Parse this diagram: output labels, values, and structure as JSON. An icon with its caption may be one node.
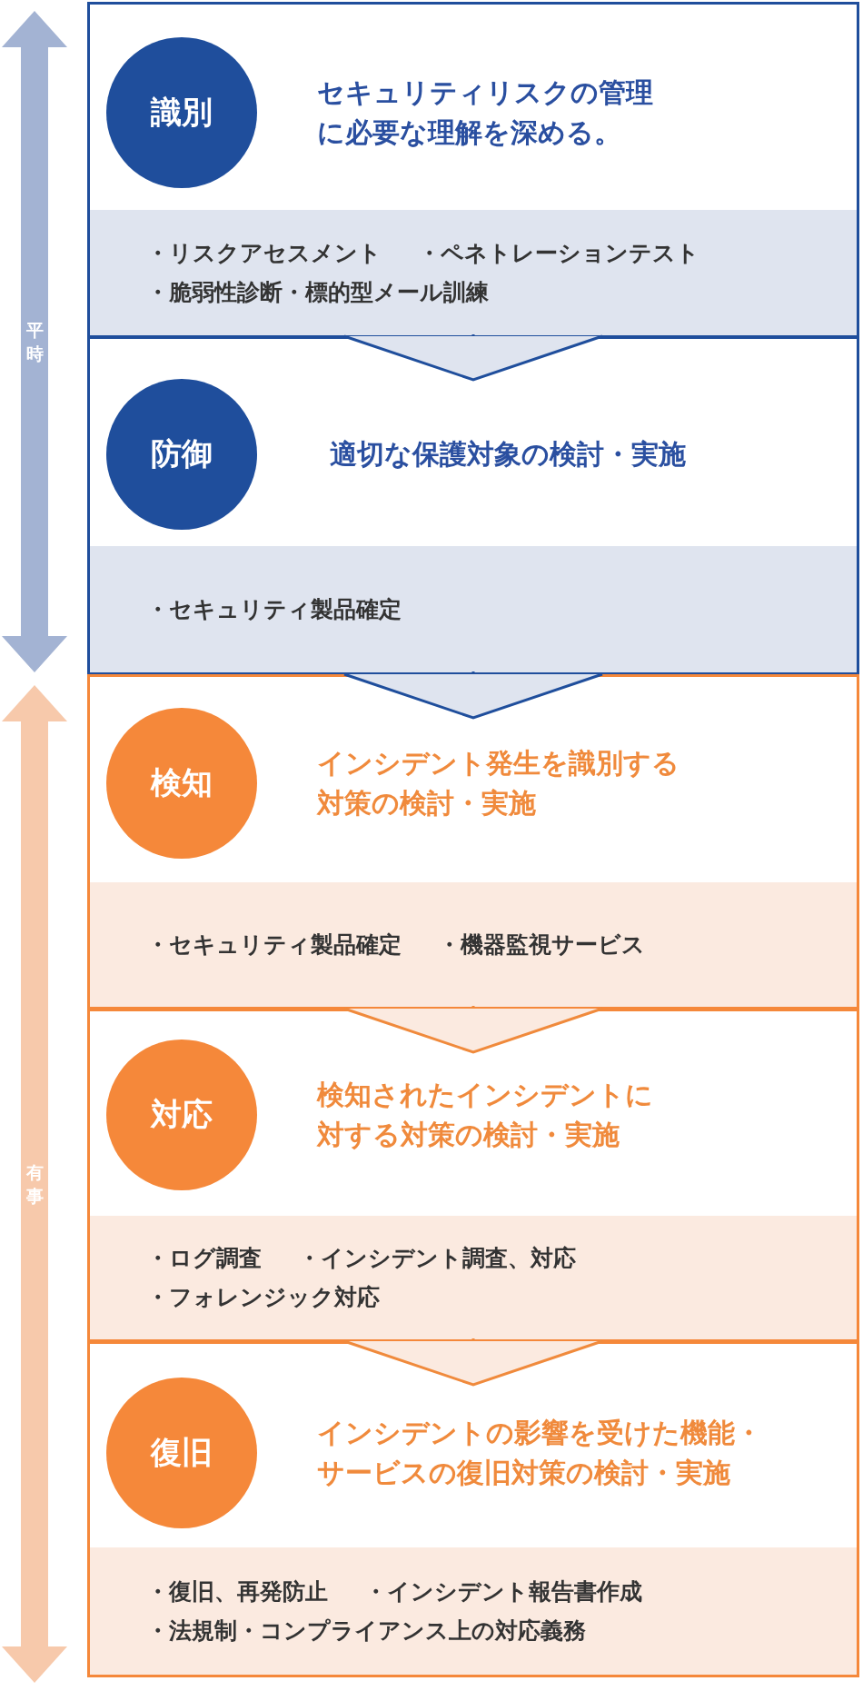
{
  "diagram": {
    "nodes": [
      {
        "text": [],
        "shape": "box"
      },
      {
        "text": [
          "識別"
        ],
        "in": 0,
        "beside": [
          "セキュリティリスクの管理に必要な理解を深める。"
        ]
      },
      {
        "text": [
          "・リスクアセスメント",
          "・ペネトレーションテスト",
          "・脆弱性診断",
          "・標的型メール訓練"
        ],
        "in": 0
      },
      {
        "text": [],
        "shape": "box"
      },
      {
        "text": [
          "防御"
        ],
        "in": 3,
        "beside": [
          "適切な保護対象の検討・実施"
        ]
      },
      {
        "text": [
          "・セキュリティ製品確定"
        ],
        "in": 3
      },
      {
        "text": [],
        "shape": "box"
      },
      {
        "text": [
          "検知"
        ],
        "in": 6,
        "beside": [
          "インシデント発生を識別する対策の検討・実施"
        ]
      },
      {
        "text": [
          "・セキュリティ製品確定",
          "・機器監視サービス"
        ],
        "in": 6
      },
      {
        "text": [],
        "shape": "box"
      },
      {
        "text": [
          "対応"
        ],
        "in": 9,
        "beside": [
          "検知されたインシデントに対する対策の検討・実施"
        ]
      },
      {
        "text": [
          "・ログ調査",
          "・インシデント調査、対応",
          "・フォレンジック対応"
        ],
        "in": 9
      },
      {
        "text": [],
        "shape": "box"
      },
      {
        "text": [
          "復旧"
        ],
        "in": 12,
        "beside": [
          "インシデントの影響を受けた機能・サービスの復旧対策の検討・実施"
        ]
      },
      {
        "text": [
          "・復旧、再発防止",
          "・インシデント報告書作成",
          "・法規制・コンプライアンス上の対応義務"
        ],
        "in": 12
      }
    ],
    "edges": [
      {
        "from": 2,
        "to": 3,
        "arrow": "to",
        "color": "#1f4e9c"
      },
      {
        "from": 5,
        "to": 6,
        "arrow": "to",
        "color": "#1f4e9c"
      },
      {
        "from": 8,
        "to": 9,
        "arrow": "to",
        "color": "#f08a3c"
      },
      {
        "from": 11,
        "to": 12,
        "arrow": "to",
        "color": "#f08a3c"
      }
    ],
    "labels": [
      "平時",
      "有事"
    ]
  }
}
